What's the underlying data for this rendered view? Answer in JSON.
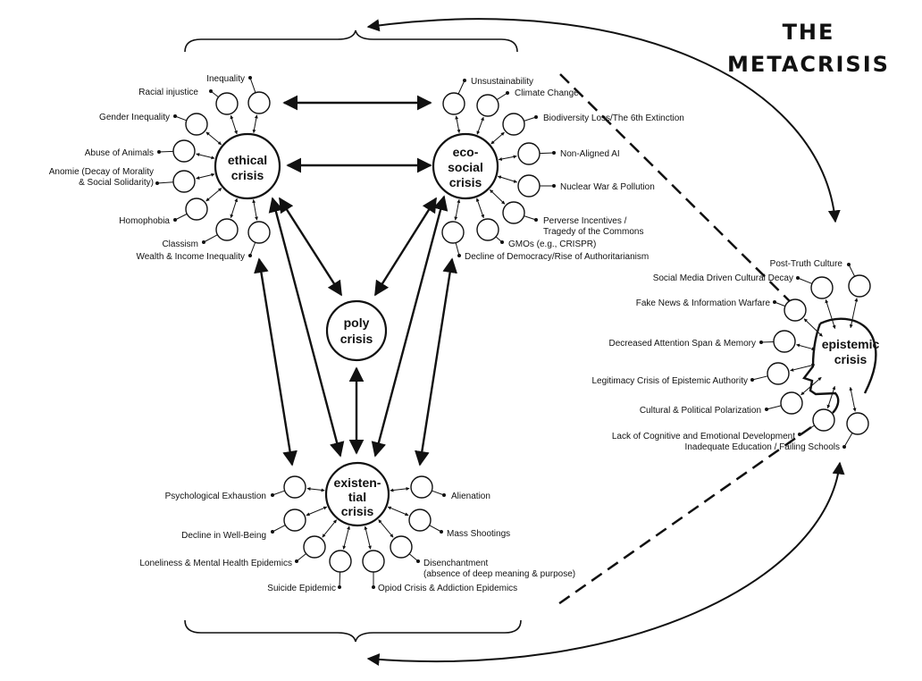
{
  "title": {
    "line1": "THE",
    "line2": "METACRISIS"
  },
  "hubs": {
    "ethical": [
      "ethical",
      "crisis"
    ],
    "eco": [
      "eco-",
      "social",
      "crisis"
    ],
    "poly": [
      "poly",
      "crisis"
    ],
    "existential": [
      "existen-",
      "tial",
      "crisis"
    ],
    "epistemic": [
      "epistemic",
      "crisis"
    ]
  },
  "ethical_items": [
    "Inequality",
    "Racial injustice",
    "Gender Inequality",
    "Abuse of Animals",
    [
      "Anomie (Decay of Morality",
      "& Social Solidarity)"
    ],
    "Homophobia",
    "Classism",
    "Wealth & Income Inequality"
  ],
  "eco_items": [
    "Unsustainability",
    "Climate Change",
    "Biodiversity Loss/The 6th Extinction",
    "Non-Aligned AI",
    "Nuclear War & Pollution",
    [
      "Perverse Incentives /",
      "Tragedy of the Commons"
    ],
    "GMOs (e.g., CRISPR)",
    "Decline of Democracy/Rise of Authoritarianism"
  ],
  "existential_items": [
    "Psychological Exhaustion",
    "Decline in Well-Being",
    "Loneliness & Mental Health Epidemics",
    "Suicide Epidemic",
    "Opiod Crisis & Addiction Epidemics",
    [
      "Disenchantment",
      "(absence of deep meaning & purpose)"
    ],
    "Mass Shootings",
    "Alienation"
  ],
  "epistemic_items": [
    "Post-Truth Culture",
    "Social Media Driven Cultural Decay",
    "Fake News & Information Warfare",
    "Decreased Attention Span & Memory",
    "Legitimacy Crisis of Epistemic Authority",
    "Cultural & Political Polarization",
    "Lack of Cognitive and Emotional Development",
    "Inadequate Education / Failing Schools"
  ]
}
